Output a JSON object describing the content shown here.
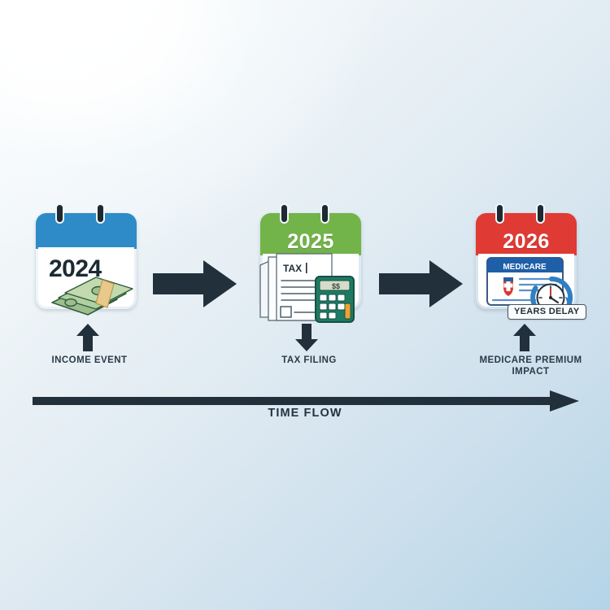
{
  "diagram": {
    "title_hidden": "",
    "background": {
      "from": "#ffffff",
      "to": "#b4d4e7"
    },
    "accent_dark": "#22303c"
  },
  "stages": [
    {
      "id": "income-event",
      "year": "2024",
      "caption": "INCOME EVENT",
      "calendar_color": "#2e8bc8",
      "year_text_color": "#1c2b33",
      "icon": "cash-stack-icon",
      "arrow_direction": "up"
    },
    {
      "id": "tax-filing",
      "year": "2025",
      "caption": "TAX FILING",
      "calendar_color": "#72b44a",
      "year_text_color": "#ffffff",
      "icon": "tax-documents-calculator-icon",
      "document_label": "TAX",
      "arrow_direction": "down"
    },
    {
      "id": "medicare-impact",
      "year": "2026",
      "caption": "MEDICARE PREMIUM IMPACT",
      "calendar_color": "#e03a35",
      "year_text_color": "#ffffff",
      "icon": "medicare-card-clock-icon",
      "card_label": "MEDICARE",
      "badge_label": "YEARS DELAY",
      "arrow_direction": "up"
    }
  ],
  "connectors": [
    {
      "id": "connector-1",
      "from": "income-event",
      "to": "tax-filing",
      "direction": "right"
    },
    {
      "id": "connector-2",
      "from": "tax-filing",
      "to": "medicare-impact",
      "direction": "right"
    }
  ],
  "timeline": {
    "label": "TIME FLOW",
    "direction": "right",
    "color": "#22303c"
  }
}
